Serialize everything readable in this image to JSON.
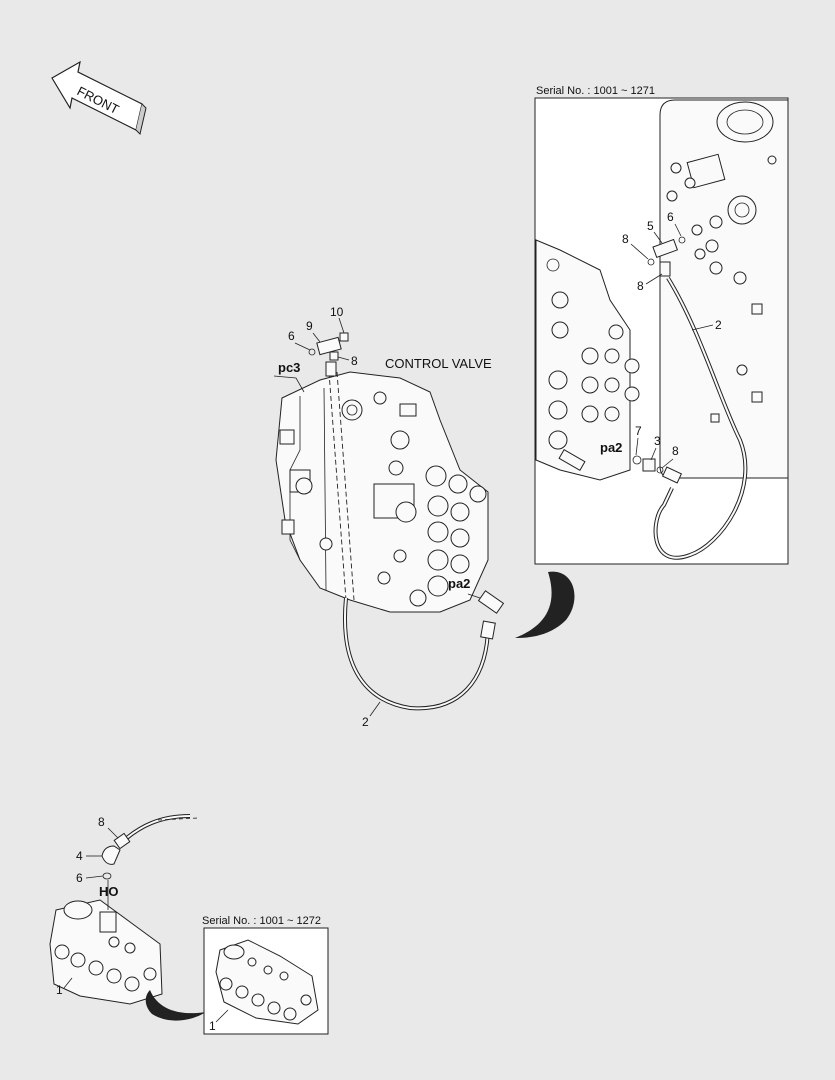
{
  "front_arrow": {
    "label": "FRONT"
  },
  "main": {
    "title": "CONTROL VALVE",
    "ports": {
      "pc3": "pc3",
      "pa2": "pa2"
    },
    "callouts": {
      "c10": "10",
      "c9": "9",
      "c6": "6",
      "c8": "8",
      "c2": "2"
    }
  },
  "inset_top": {
    "serial": "Serial No. : 1001 ~ 1271",
    "port": "pa2",
    "callouts": {
      "c8a": "8",
      "c5": "5",
      "c6": "6",
      "c8b": "8",
      "c2": "2",
      "c7": "7",
      "c3": "3",
      "c8c": "8"
    }
  },
  "bottom": {
    "port": "HO",
    "callouts": {
      "c8": "8",
      "c4": "4",
      "c6": "6",
      "c1": "1"
    }
  },
  "inset_bottom": {
    "serial": "Serial No. : 1001 ~ 1272",
    "callouts": {
      "c1": "1"
    }
  },
  "colors": {
    "background": "#e9e9e9",
    "line": "#222222",
    "part_fill": "#fafafa"
  }
}
